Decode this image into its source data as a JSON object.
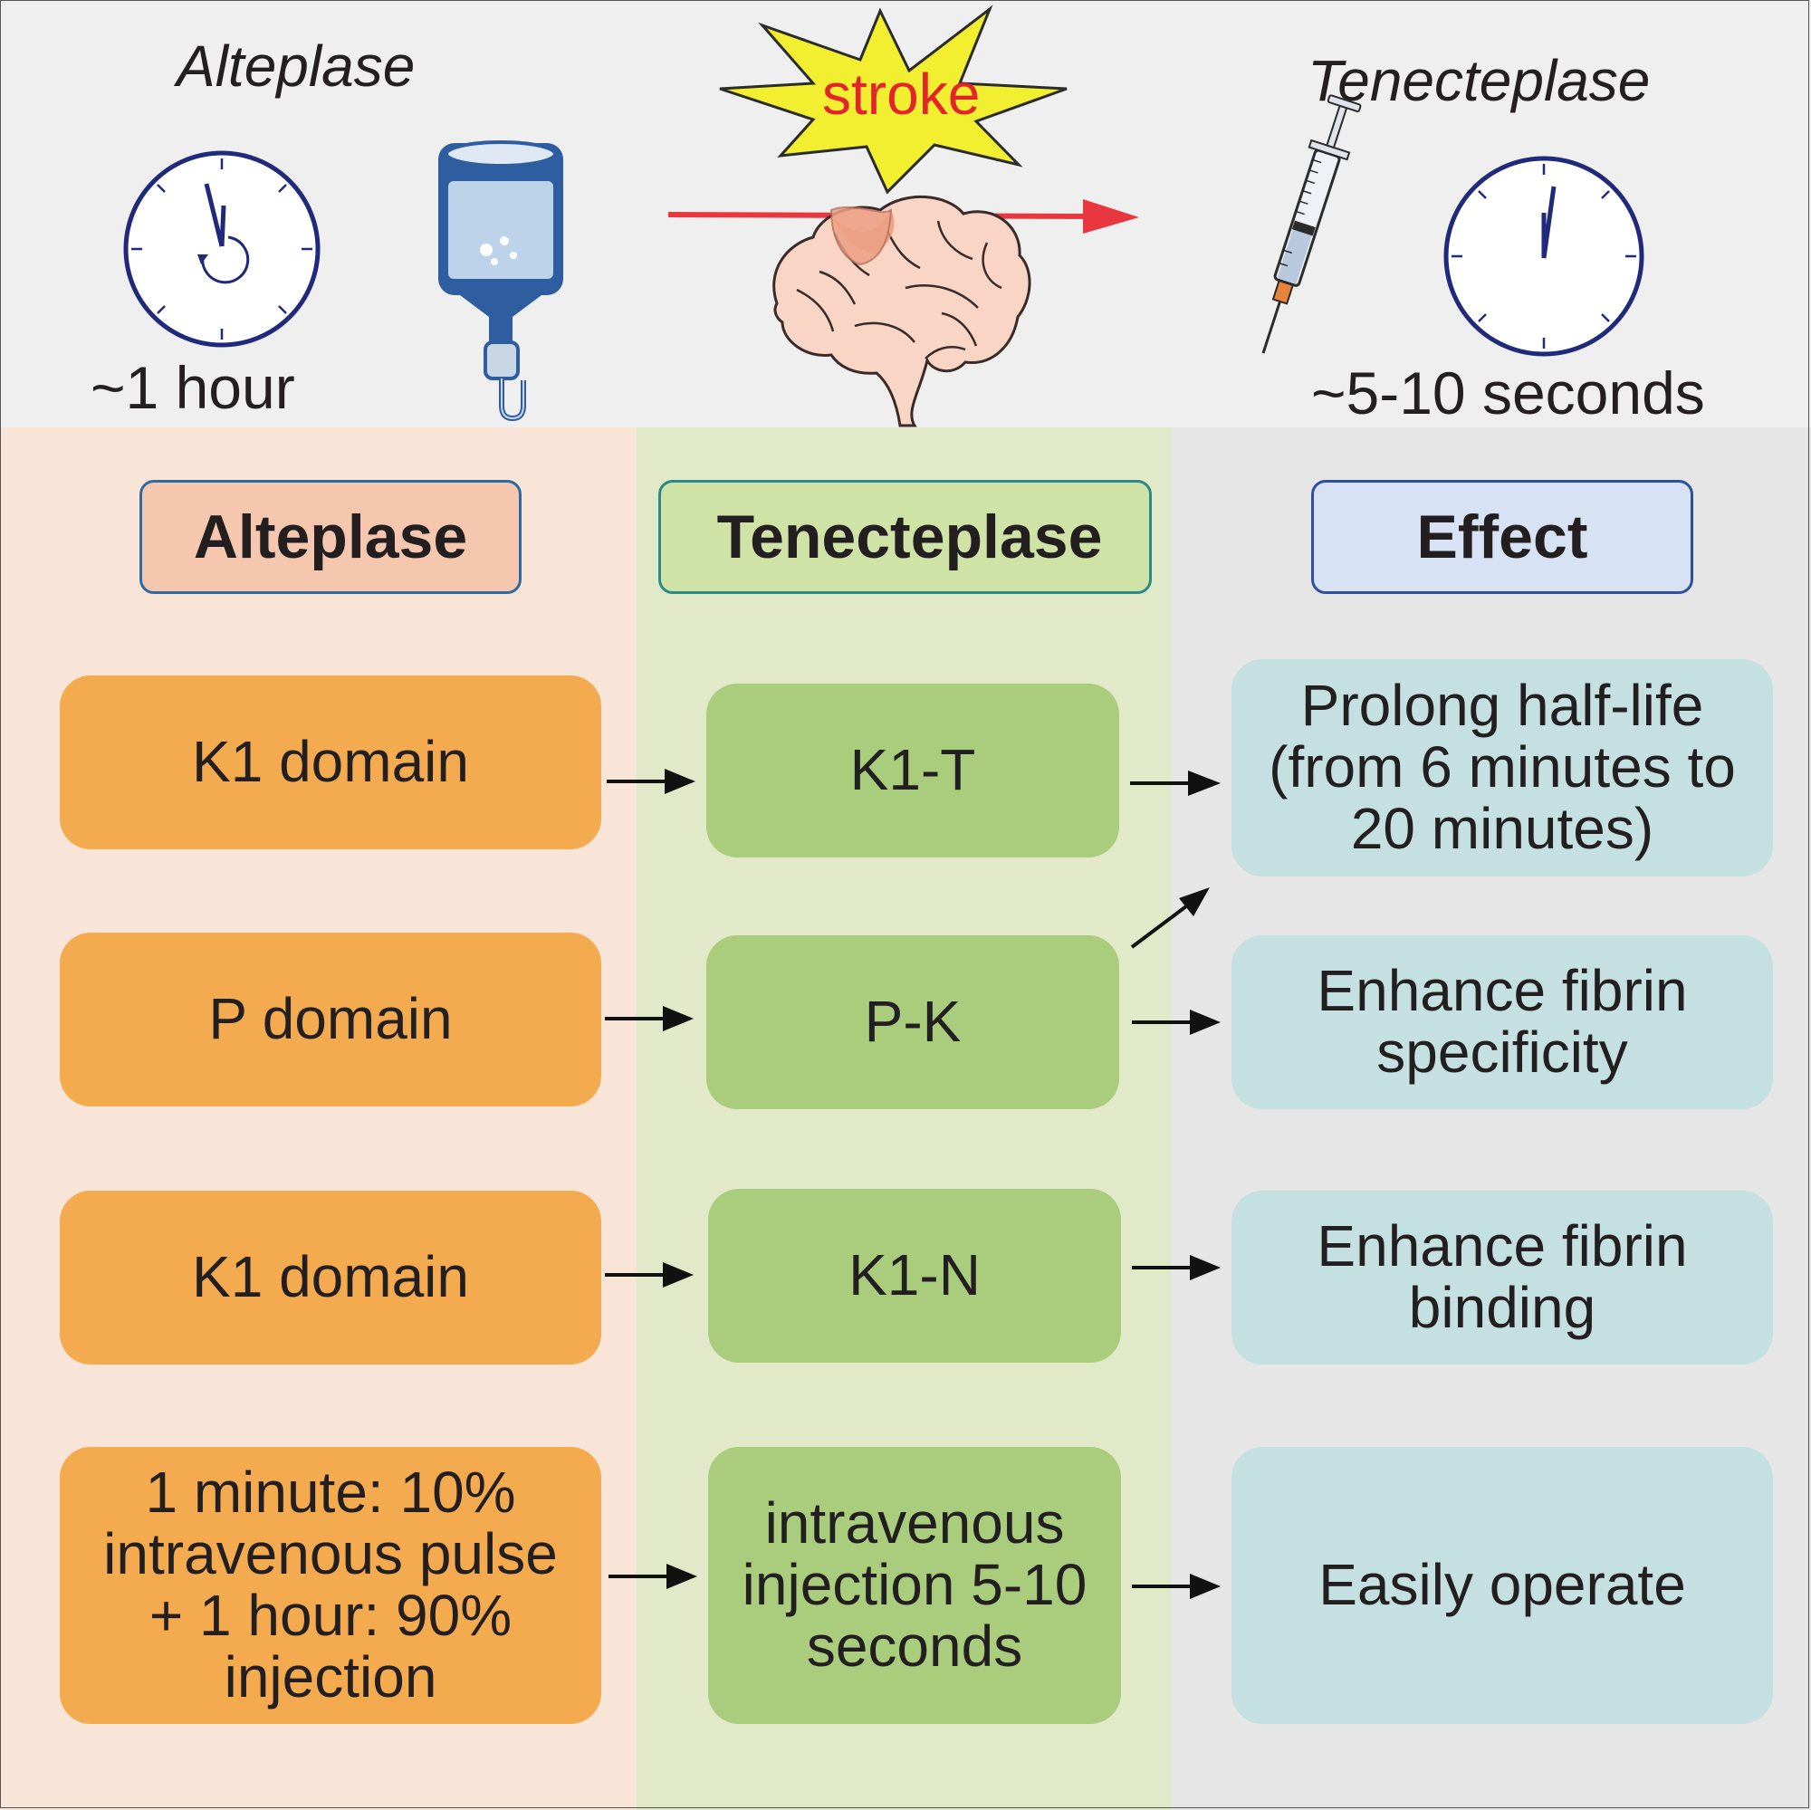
{
  "top": {
    "alteplase_title": "Alteplase",
    "alteplase_time": "~1 hour",
    "stroke_label": "stroke",
    "tenecteplase_title": "Tenecteplase",
    "tenecteplase_time": "~5-10 seconds"
  },
  "headers": {
    "alteplase": "Alteplase",
    "tenecteplase": "Tenecteplase",
    "effect": "Effect"
  },
  "rows": [
    {
      "alteplase": "K1 domain",
      "tenecteplase": "K1-T",
      "effect": "Prolong half-life\n(from 6 minutes to\n20 minutes)"
    },
    {
      "alteplase": "P domain",
      "tenecteplase": "P-K",
      "effect": "Enhance fibrin\nspecificity"
    },
    {
      "alteplase": "K1 domain",
      "tenecteplase": "K1-N",
      "effect": "Enhance fibrin\nbinding"
    },
    {
      "alteplase": "1 minute: 10%\nintravenous pulse\n+ 1 hour: 90%\ninjection",
      "tenecteplase": "intravenous\ninjection 5-10\nseconds",
      "effect": "Easily operate"
    }
  ],
  "icons": {
    "clock_left": "clock-icon",
    "iv_bag": "iv-bag-icon",
    "explosion": "explosion-icon",
    "brain": "brain-icon",
    "arrow": "red-arrow-icon",
    "syringe": "syringe-icon",
    "clock_right": "clock-icon"
  },
  "colors": {
    "alteplase_column": "#f9e4d8",
    "tenecteplase_column": "#e1e9c9",
    "effect_column": "#e6e6e6",
    "alteplase_box": "#f4ab4f",
    "tenecteplase_box": "#a9cc7d",
    "effect_box": "#c5e0e0",
    "stroke_text": "#e3242b",
    "clock_stroke": "#1f2a7a"
  }
}
